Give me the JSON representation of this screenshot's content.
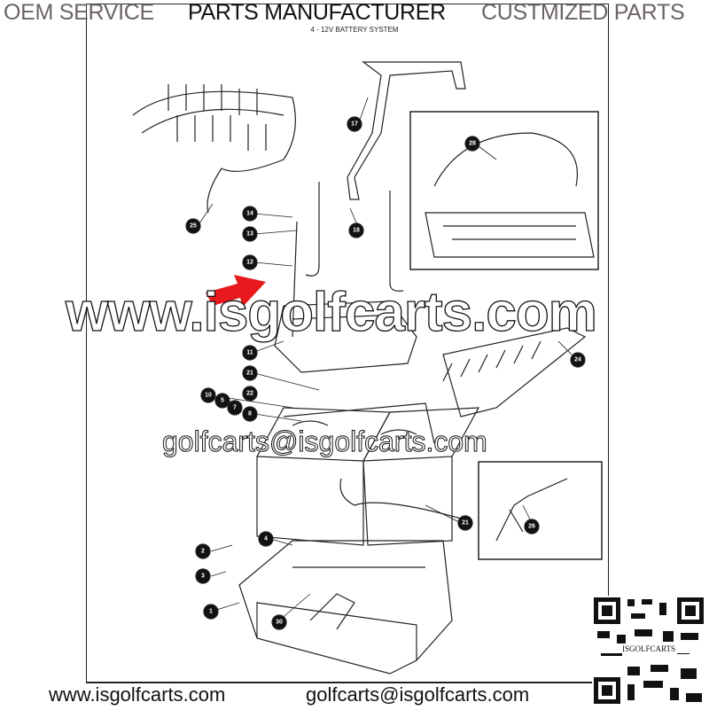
{
  "header": {
    "left": "OEM SERVICE",
    "center": "PARTS MANUFACTURER",
    "right": "CUSTMIZED PARTS"
  },
  "diagram": {
    "title": "4 - 12V BATTERY SYSTEM",
    "callouts": [
      "25",
      "17",
      "28",
      "14",
      "13",
      "18",
      "12",
      "11",
      "24",
      "21",
      "22",
      "10",
      "5",
      "7",
      "8",
      "21",
      "26",
      "4",
      "2",
      "3",
      "1",
      "30"
    ]
  },
  "watermark": {
    "url": "www.isgolfcarts.com",
    "email": "golfcarts@isgolfcarts.com"
  },
  "footer": {
    "website": "www.isgolfcarts.com",
    "email": "golfcarts@isgolfcarts.com"
  },
  "qr": {
    "label": "ISGOLFCARTS"
  },
  "colors": {
    "arrow": "#e8191c",
    "grey_text": "#6d6464"
  }
}
